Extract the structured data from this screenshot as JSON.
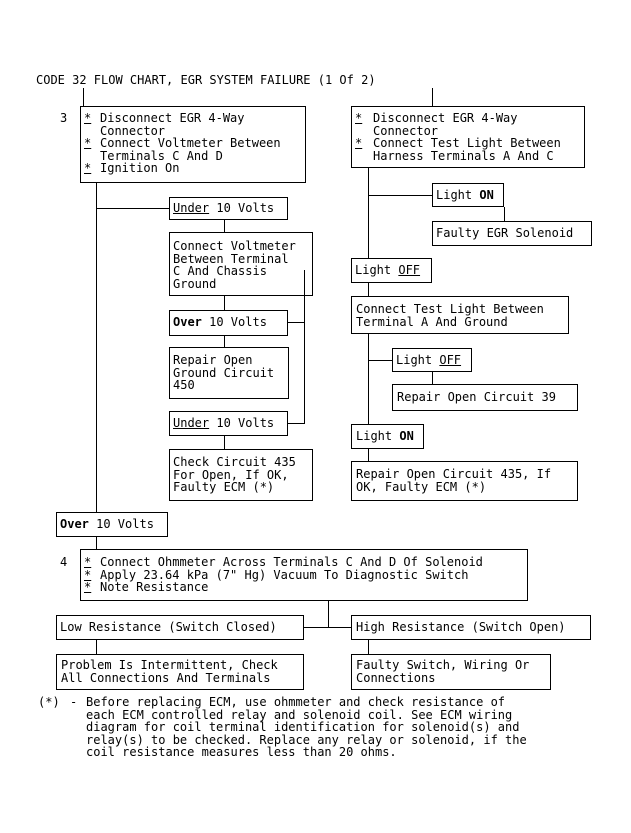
{
  "title": "CODE 32 FLOW CHART, EGR SYSTEM FAILURE (1 Of 2)",
  "step3": {
    "number": "3",
    "star": "*",
    "lines": [
      "Disconnect EGR 4-Way",
      "Connector",
      "Connect Voltmeter Between",
      "Terminals C And D",
      "Ignition On"
    ]
  },
  "right_top": {
    "star": "*",
    "lines": [
      "Disconnect EGR 4-Way",
      "Connector",
      "Connect Test Light Between",
      "Harness Terminals A And C"
    ]
  },
  "under1": {
    "under": "Under",
    "rest": " 10 Volts"
  },
  "connect_chassis": [
    "Connect Voltmeter",
    "Between Terminal",
    "C And Chassis",
    "Ground"
  ],
  "over1": {
    "over": "Over",
    "rest": " 10 Volts"
  },
  "repair450": [
    "Repair Open",
    "Ground Circuit",
    "450"
  ],
  "under2": {
    "under": "Under",
    "rest": " 10 Volts"
  },
  "check435": [
    "Check Circuit 435",
    "For Open, If OK,",
    "Faulty ECM (*)"
  ],
  "over2": {
    "over": "Over",
    "rest": " 10 Volts"
  },
  "light_on1": {
    "light": "Light ",
    "on": "ON"
  },
  "faulty_solenoid": "Faulty EGR Solenoid",
  "light_off1": {
    "light": "Light ",
    "off": "OFF"
  },
  "connect_ground": [
    "Connect Test Light Between",
    "Terminal A And Ground"
  ],
  "light_off2": {
    "light": "Light ",
    "off": "OFF"
  },
  "repair39": "Repair Open Circuit 39",
  "light_on2": {
    "light": "Light ",
    "on": "ON"
  },
  "repair435": [
    "Repair Open Circuit 435, If",
    "OK, Faulty ECM (*)"
  ],
  "step4": {
    "number": "4",
    "star": "*",
    "lines": [
      "Connect Ohmmeter Across Terminals C And D Of Solenoid",
      "Apply 23.64 kPa (7\" Hg) Vacuum To Diagnostic Switch",
      "Note Resistance"
    ]
  },
  "low_res": "Low Resistance (Switch Closed)",
  "high_res": "High Resistance (Switch Open)",
  "intermittent": [
    "Problem Is Intermittent, Check",
    "All Connections And Terminals"
  ],
  "faulty_switch": [
    "Faulty Switch, Wiring Or",
    "Connections"
  ],
  "footnote": {
    "mark": "(*)",
    "dash": "-",
    "lines": [
      "Before replacing ECM, use ohmmeter and check resistance of",
      "each ECM controlled relay and solenoid coil. See ECM wiring",
      "diagram for coil terminal identification for solenoid(s) and",
      "relay(s) to be checked. Replace any relay or solenoid, if the",
      "coil resistance measures less than 20 ohms."
    ]
  }
}
